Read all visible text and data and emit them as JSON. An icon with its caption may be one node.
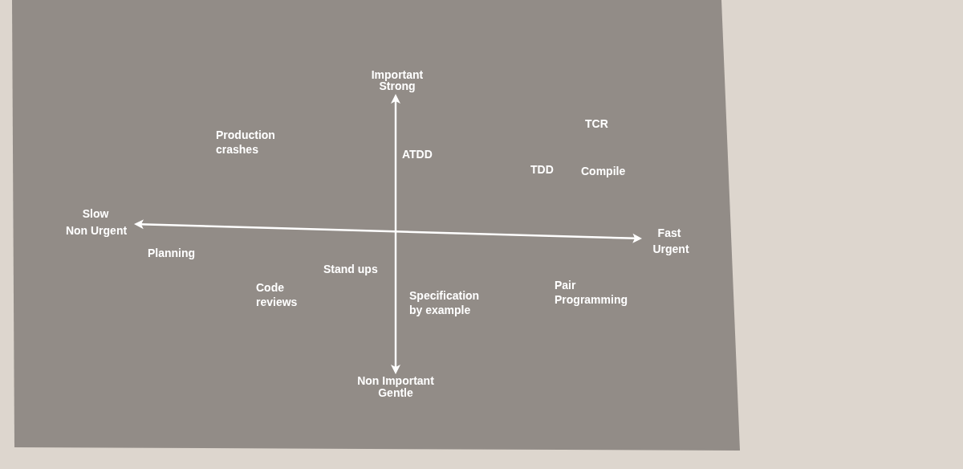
{
  "diagram": {
    "labels": [
      "Important",
      "Strong",
      "TCR",
      "Production crashes",
      "ATDD",
      "TDD",
      "Compile",
      "Slow",
      "Non Urgent",
      "Fast",
      "Urgent",
      "Planning",
      "Stand ups",
      "Pair Programming",
      "Code reviews",
      "Specification by example",
      "Non Important",
      "Gentle"
    ]
  }
}
